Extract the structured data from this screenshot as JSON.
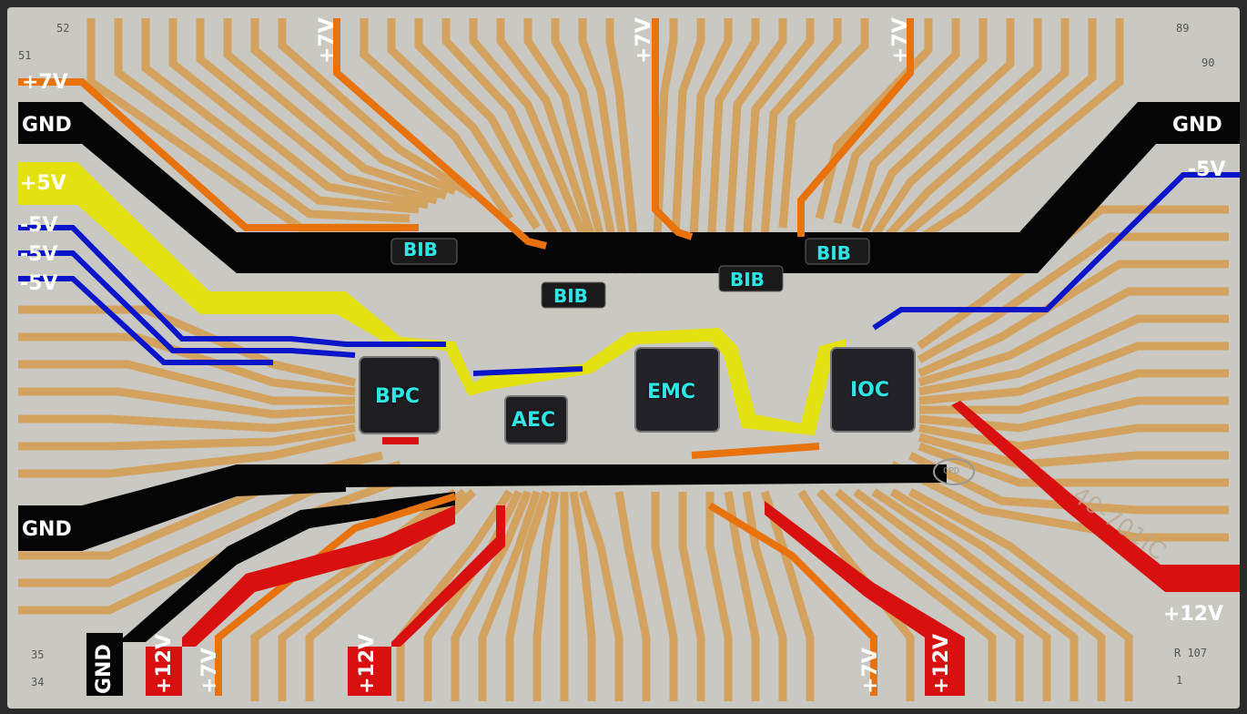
{
  "board": {
    "substrate_color": "#c8c7c2",
    "trace_color": "#d7a55c",
    "colors": {
      "v7": "#e8720c",
      "gnd": "#000000",
      "v5": "#e5e410",
      "neg5": "#0a14c8",
      "v12": "#d81010",
      "chip_label": "#2ee6e6"
    }
  },
  "power_labels": {
    "left_p7": "+7V",
    "left_gnd_top": "GND",
    "left_p5": "+5V",
    "left_n5_a": "-5V",
    "left_n5_b": "-5V",
    "left_n5_c": "-5V",
    "left_gnd_bottom": "GND",
    "right_gnd": "GND",
    "right_n5": "-5V",
    "right_p12": "+12V",
    "top_p7_a": "+7V",
    "top_p7_b": "+7V",
    "top_p7_c": "+7V",
    "bottom_gnd": "GND",
    "bottom_p12_a": "+12V",
    "bottom_p7_a": "+7V",
    "bottom_p12_b": "+12V",
    "bottom_p7_b": "+7V",
    "bottom_p12_c": "+12V"
  },
  "chips": {
    "bpc": "BPC",
    "aec": "AEC",
    "emc": "EMC",
    "ioc": "IOC",
    "bib_1": "BIB",
    "bib_2": "BIB",
    "bib_3": "BIB",
    "bib_4": "BIB"
  },
  "pin_numbers": {
    "top_left": "52",
    "left_top": "51",
    "top_right": "89",
    "right_top": "90",
    "left_bottom": "35",
    "bottom_left": "34",
    "right_bottom": "R 107",
    "bottom_right": "1"
  },
  "board_marking": "40-701IC",
  "logo_text": "CPD"
}
